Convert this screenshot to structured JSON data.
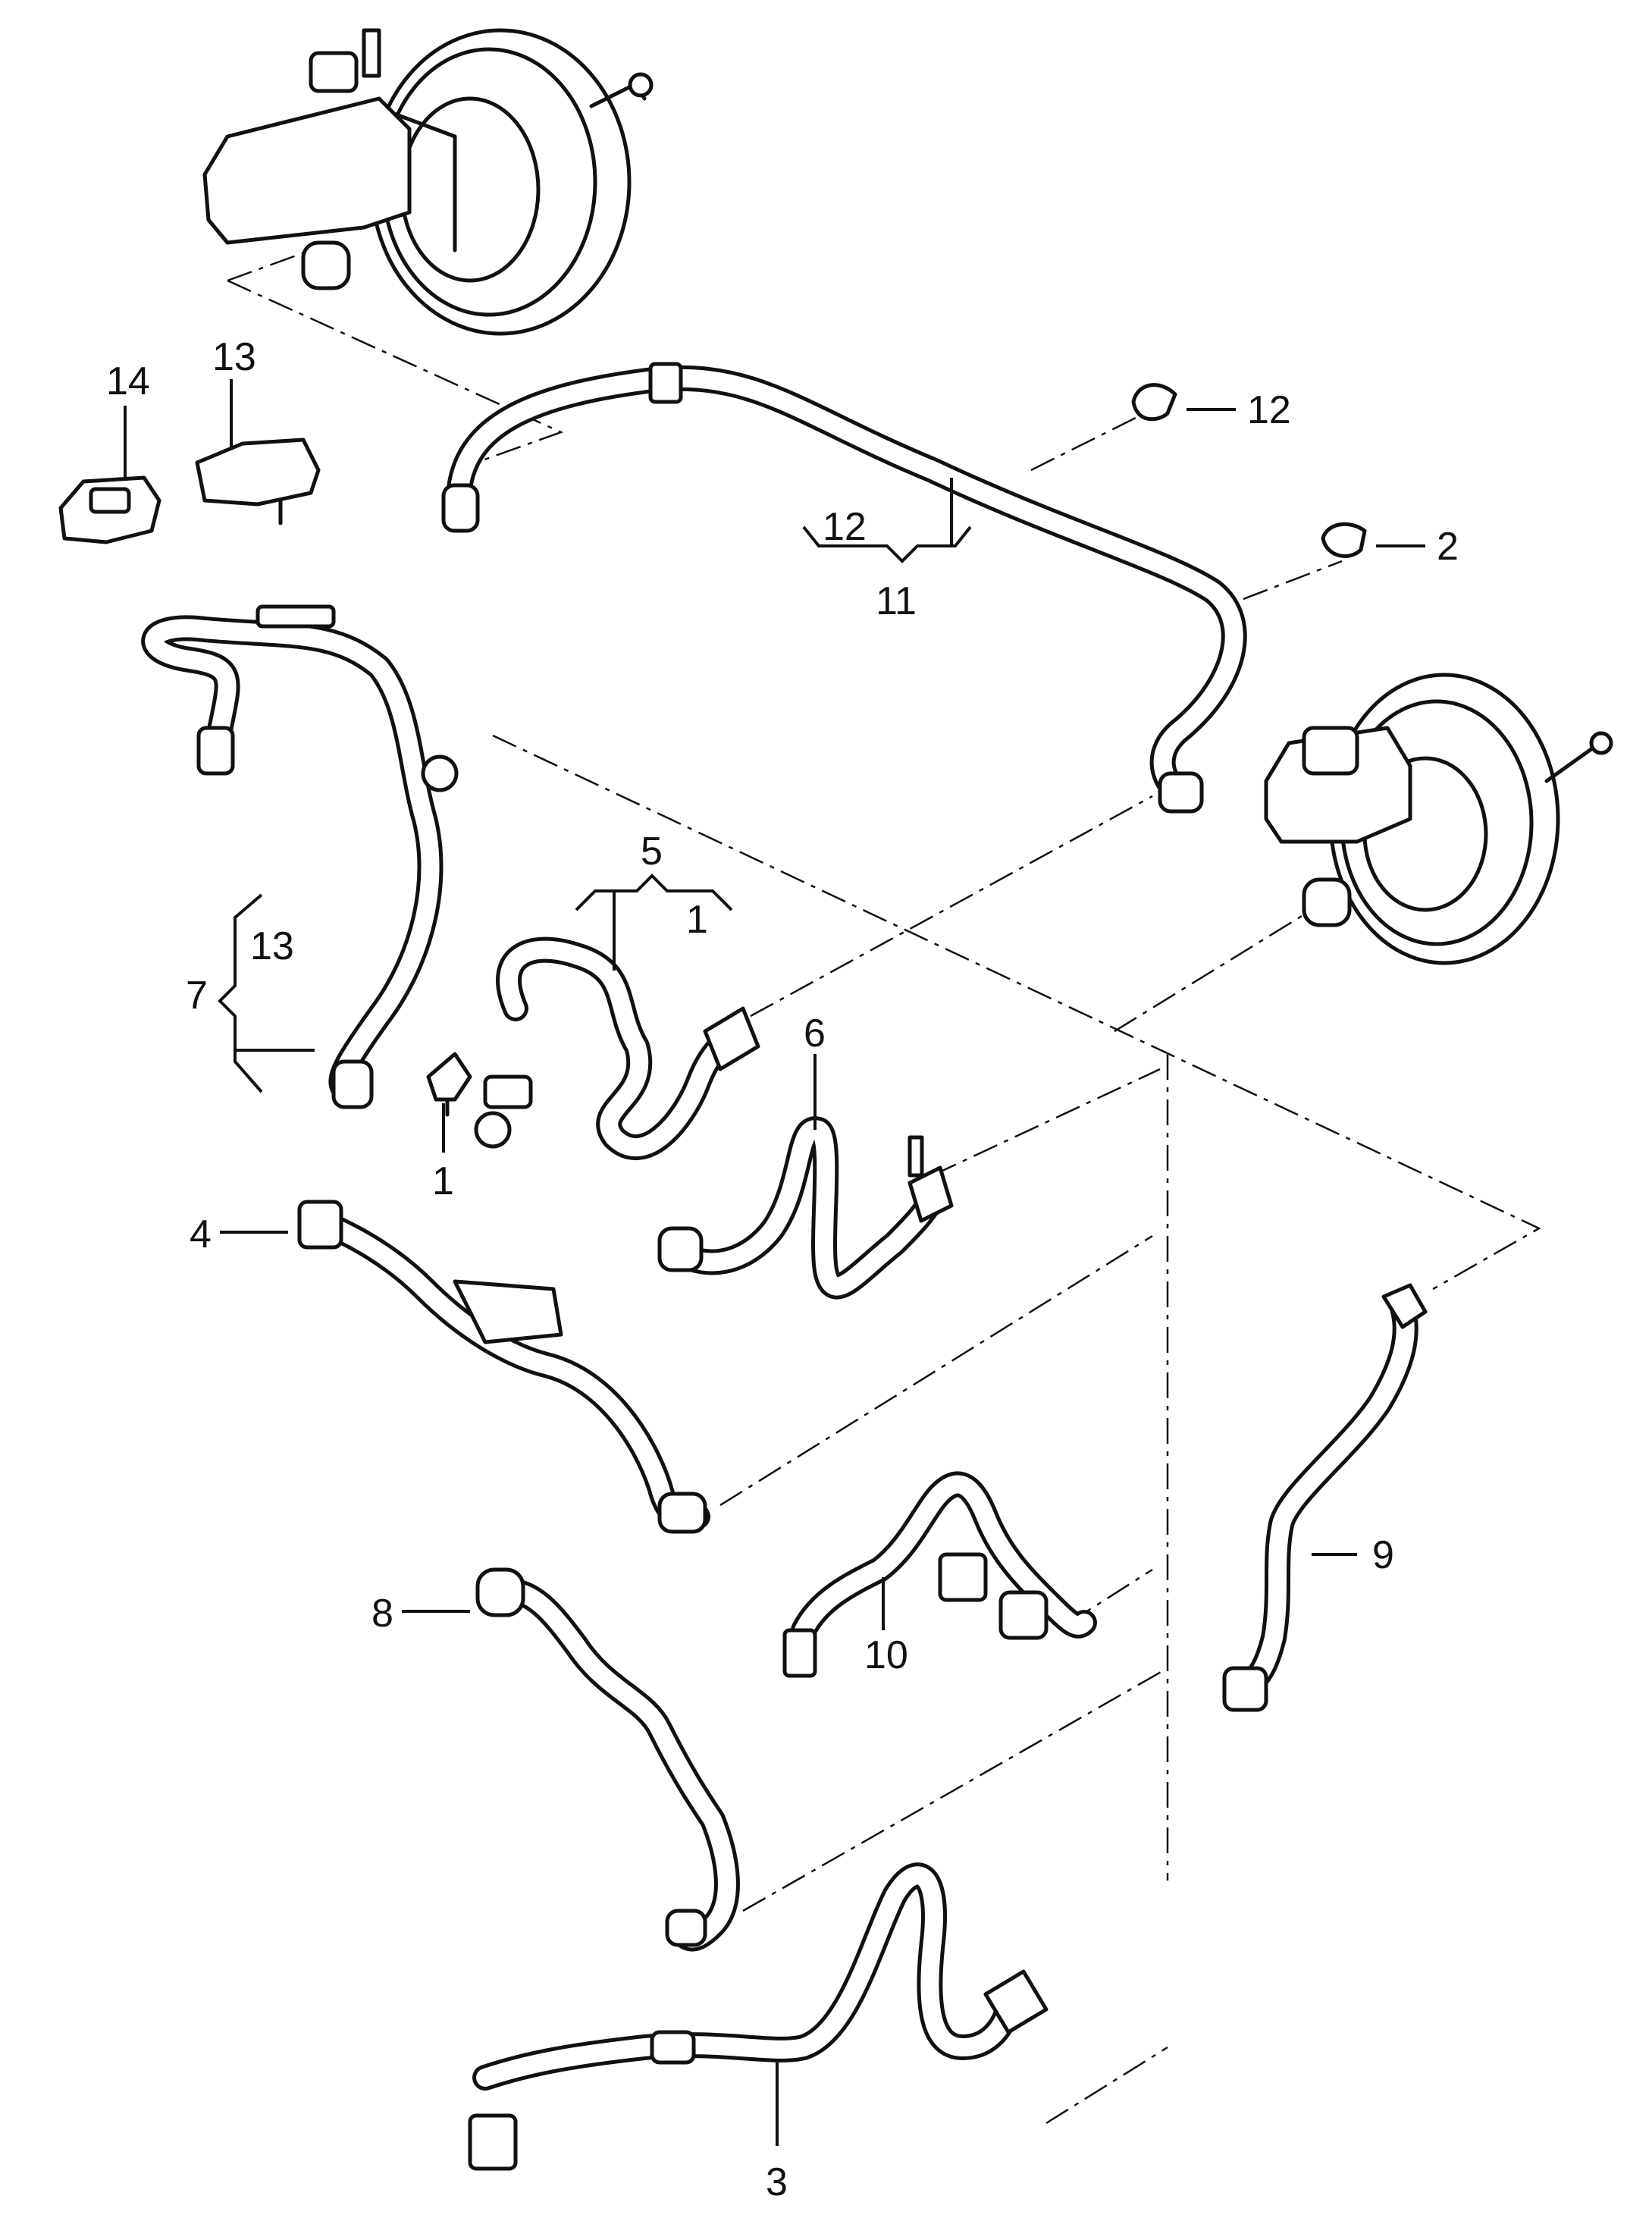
{
  "callouts": {
    "c1a": "1",
    "c1b": "1",
    "c2": "2",
    "c3": "3",
    "c4": "4",
    "c5": "5",
    "c6": "6",
    "c7": "7",
    "c8": "8",
    "c9": "9",
    "c10": "10",
    "c11": "11",
    "c12a": "12",
    "c12b": "12",
    "c13a": "13",
    "c13b": "13",
    "c14": "14"
  },
  "icons": {
    "brake_booster_top": "brake-booster-icon",
    "brake_booster_right": "brake-booster-icon",
    "sensor_13": "pressure-sensor-icon",
    "connector_14": "connector-icon",
    "clip_12": "clip-icon",
    "clip_2": "clip-icon",
    "valve_1": "check-valve-icon"
  }
}
